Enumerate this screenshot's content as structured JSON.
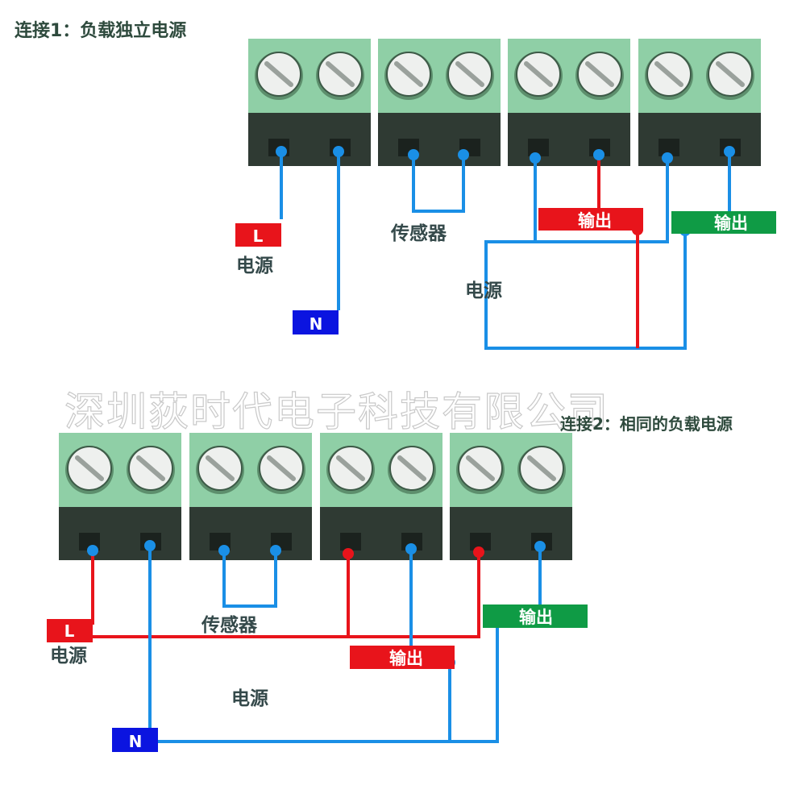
{
  "diagram1": {
    "title": "连接1：负载独立电源",
    "terminals": [
      {
        "name": "power-terminal",
        "top_label": "L",
        "top_caption": "电源",
        "bottom_label": "N"
      },
      {
        "name": "sensor-terminal",
        "caption": "传感器"
      },
      {
        "name": "output-terminal-red",
        "label": "输出"
      },
      {
        "name": "output-terminal-green",
        "label": "输出"
      }
    ],
    "power_label": "电源"
  },
  "diagram2": {
    "title": "连接2：相同的负载电源",
    "terminals": [
      {
        "name": "power-terminal",
        "top_label": "L",
        "top_caption": "电源",
        "bottom_label": "N"
      },
      {
        "name": "sensor-terminal",
        "caption": "传感器"
      },
      {
        "name": "output-terminal-red",
        "label": "输出"
      },
      {
        "name": "output-terminal-green",
        "label": "输出"
      }
    ],
    "power_label": "电源"
  },
  "watermark": "深圳荻时代电子科技有限公司",
  "colors": {
    "terminal_green": "#8fcfa6",
    "terminal_dark": "#2f3a33",
    "wire_blue": "#1a8fe6",
    "wire_red": "#e8141b",
    "tag_red": "#e8141b",
    "tag_green": "#0f9b45",
    "tag_blue": "#0b14e0"
  }
}
